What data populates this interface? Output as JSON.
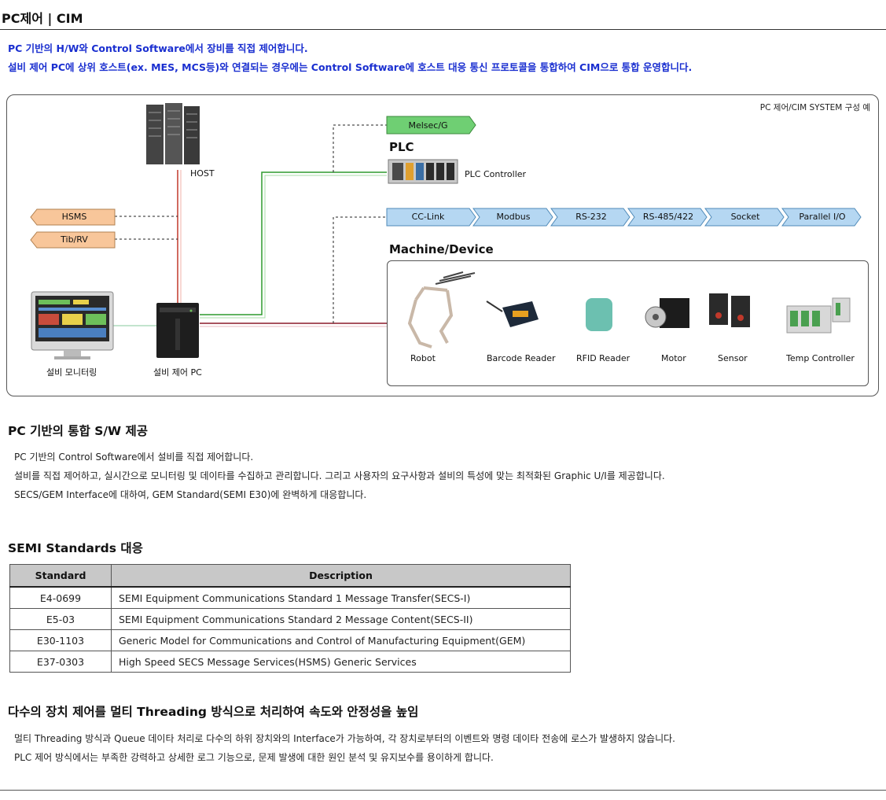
{
  "header": {
    "title": "PC제어 | CIM"
  },
  "intro": {
    "line1": "PC 기반의 H/W와 Control Software에서 장비를 직접 제어합니다.",
    "line2": "설비 제어 PC에 상위 호스트(ex. MES, MCS등)와 연결되는 경우에는 Control Software에 호스트 대응 통신 프로토콜을 통합하여 CIM으로 통합 운영합니다."
  },
  "diagram": {
    "caption": "PC 제어/CIM SYSTEM 구성 예",
    "host_label": "HOST",
    "protocols_left": [
      "HSMS",
      "Tib/RV"
    ],
    "plc_protocol": "Melsec/G",
    "plc_heading": "PLC",
    "plc_controller_label": "PLC Controller",
    "device_protocols": [
      "CC-Link",
      "Modbus",
      "RS-232",
      "RS-485/422",
      "Socket",
      "Parallel I/O"
    ],
    "machine_heading": "Machine/Device",
    "monitor_label": "설비 모니터링",
    "pc_label": "설비 제어 PC",
    "devices": [
      "Robot",
      "Barcode Reader",
      "RFID Reader",
      "Motor",
      "Sensor",
      "Temp Controller"
    ],
    "colors": {
      "orange_tag": "#f8c69a",
      "green_tag": "#6fcf73",
      "blue_tag": "#b5d7f2",
      "red_line": "#c0392b",
      "green_line": "#2e9a2e"
    }
  },
  "section1": {
    "heading": "PC 기반의 통합 S/W 제공",
    "lines": [
      "PC 기반의 Control Software에서 설비를 직접 제어합니다.",
      "설비를 직접 제어하고, 실시간으로 모니터링 및 데이타를 수집하고 관리합니다. 그리고 사용자의 요구사항과 설비의 특성에 맞는 최적화된 Graphic U/I를 제공합니다.",
      "SECS/GEM Interface에 대하여, GEM Standard(SEMI E30)에 완벽하게 대응합니다."
    ]
  },
  "section2": {
    "heading": "SEMI Standards 대응",
    "columns": [
      "Standard",
      "Description"
    ],
    "rows": [
      [
        "E4-0699",
        "SEMI Equipment Communications Standard 1 Message Transfer(SECS-I)"
      ],
      [
        "E5-03",
        "SEMI Equipment Communications Standard 2 Message Content(SECS-II)"
      ],
      [
        "E30-1103",
        "Generic Model for Communications and Control of Manufacturing Equipment(GEM)"
      ],
      [
        "E37-0303",
        "High Speed SECS Message Services(HSMS) Generic Services"
      ]
    ]
  },
  "section3": {
    "heading": "다수의 장치 제어를 멀티 Threading 방식으로 처리하여 속도와 안정성을 높임",
    "lines": [
      "멀티 Threading 방식과 Queue 데이타 처리로 다수의 하위 장치와의 Interface가 가능하여, 각 장치로부터의 이벤트와 명령 데이타 전송에 로스가 발생하지 않습니다.",
      "PLC 제어 방식에서는 부족한 강력하고 상세한 로그 기능으로, 문제 발생에 대한 원인 분석 및 유지보수를 용이하게 합니다."
    ]
  }
}
